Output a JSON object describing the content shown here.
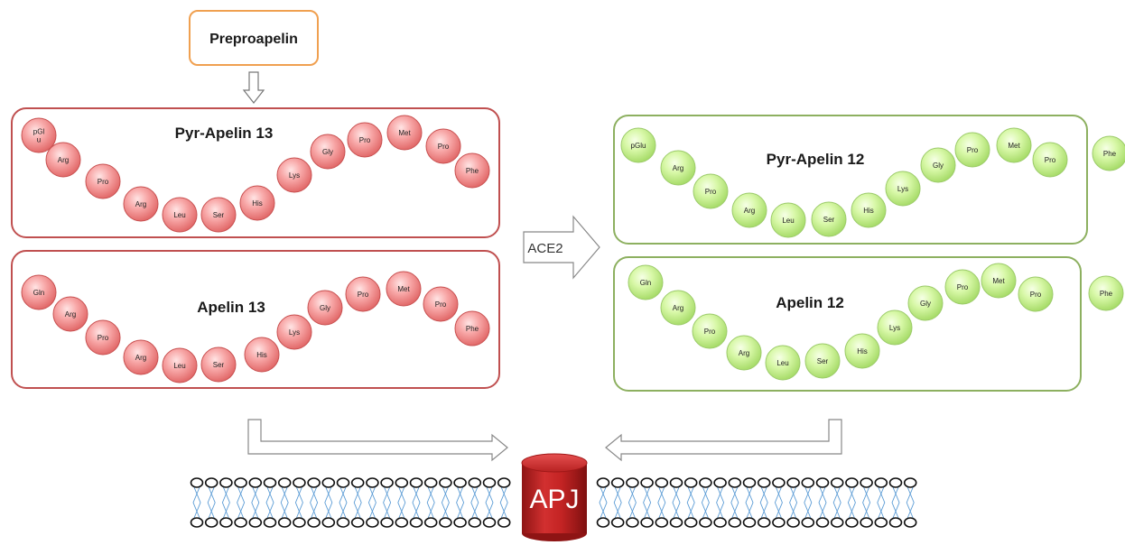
{
  "precursor": {
    "label": "Preproapelin",
    "border_color": "#F0A050"
  },
  "enzyme": {
    "label": "ACE2"
  },
  "receptor": {
    "label": "APJ",
    "color": "#C0201E"
  },
  "colors": {
    "red_panel_border": "#C05050",
    "green_panel_border": "#8DB060",
    "red_residue": "#F28C8C",
    "green_residue": "#C8F090"
  },
  "panels": [
    {
      "id": "pyr-apelin-13",
      "title": "Pyr-Apelin 13",
      "residues": [
        "pGl\nu",
        "Arg",
        "Pro",
        "Arg",
        "Leu",
        "Ser",
        "His",
        "Lys",
        "Gly",
        "Pro",
        "Met",
        "Pro",
        "Phe"
      ]
    },
    {
      "id": "apelin-13",
      "title": "Apelin 13",
      "residues": [
        "Gln",
        "Arg",
        "Pro",
        "Arg",
        "Leu",
        "Ser",
        "His",
        "Lys",
        "Gly",
        "Pro",
        "Met",
        "Pro",
        "Phe"
      ]
    },
    {
      "id": "pyr-apelin-12",
      "title": "Pyr-Apelin 12",
      "residues": [
        "pGlu",
        "Arg",
        "Pro",
        "Arg",
        "Leu",
        "Ser",
        "His",
        "Lys",
        "Gly",
        "Pro",
        "Met",
        "Pro"
      ],
      "cleaved": "Phe"
    },
    {
      "id": "apelin-12",
      "title": "Apelin 12",
      "residues": [
        "Gln",
        "Arg",
        "Pro",
        "Arg",
        "Leu",
        "Ser",
        "His",
        "Lys",
        "Gly",
        "Pro",
        "Met",
        "Pro"
      ],
      "cleaved": "Phe"
    }
  ]
}
